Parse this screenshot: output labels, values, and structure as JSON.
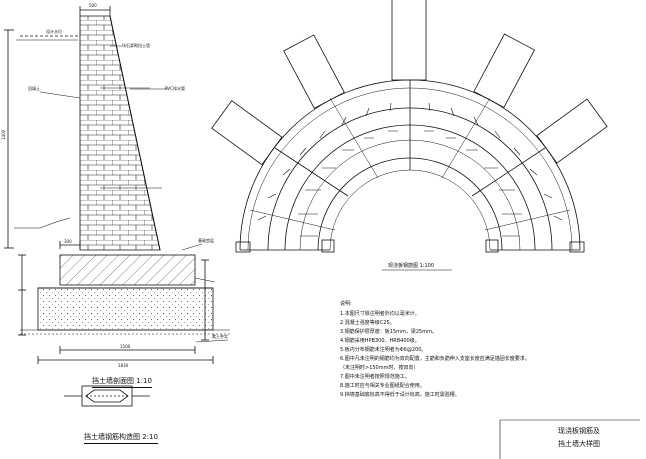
{
  "wall": {
    "caption": "挡土墙剖面图 1:10",
    "dims": {
      "top_width": "500",
      "height": "1400",
      "base_offset": "300",
      "base_total": "1500",
      "footing_total": "1830"
    },
    "annotations": {
      "water_level": "设计水位",
      "stone_face": "块石浆砌挡土墙",
      "drain": "PVC排水管",
      "backfill": "回填土",
      "footing_note": "基础垫层",
      "base_layer": "素土夯实"
    }
  },
  "detail": {
    "caption": "挡土墙钢筋构造图 2:10"
  },
  "plan": {
    "caption": "现浇板钢筋图 1:100"
  },
  "notes": {
    "heading": "说明:",
    "items": [
      "1.本图尺寸除注明者外均以毫米计。",
      "2.混凝土强度等级C25。",
      "3.钢筋保护层厚度：板15mm，梁25mm。",
      "4.钢筋采用HPB300、HRB400级。",
      "5.板内分布钢筋未注明者为Φ6@200。",
      "6.图中凡未注明的钢筋均为双向配置，主筋和负筋伸入支座长度应满足锚固长度要求。",
      "  （未注明时>150mm时，按双向）",
      "7.图中未注明者按照规范施工。",
      "8.施工时应与相关专业图纸配合使用。",
      "9.挡墙基础底标高不得低于设计标高，施工时需验槽。"
    ]
  },
  "title_block": {
    "line1": "现浇板钢筋及",
    "line2": "挡土墙大样图"
  }
}
